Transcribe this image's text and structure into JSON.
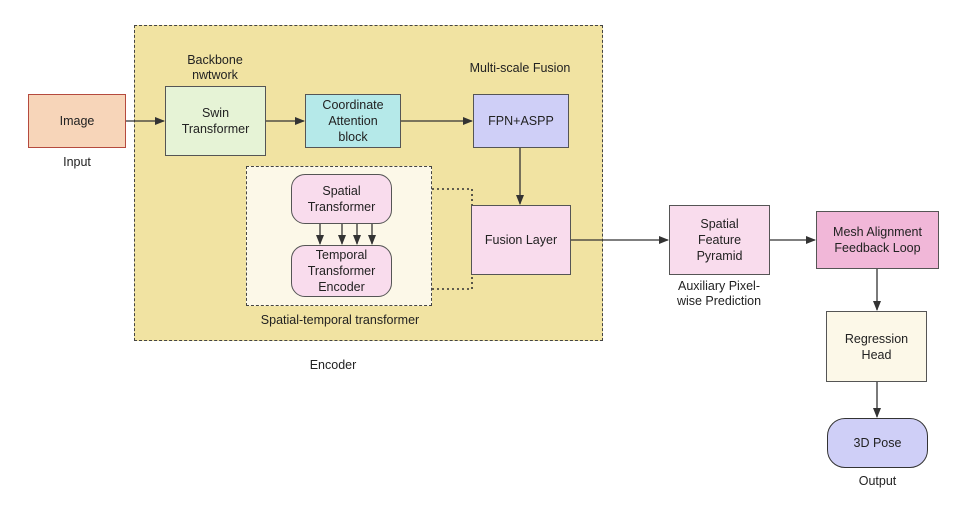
{
  "input": {
    "box_label": "Image",
    "caption": "Input"
  },
  "encoder": {
    "caption": "Encoder",
    "backbone_caption": "Backbone\nnwtwork",
    "swin": "Swin\nTransformer",
    "coordinate": "Coordinate\nAttention\nblock",
    "multiscale_caption": "Multi-scale Fusion",
    "fpn": "FPN+ASPP",
    "fusion": "Fusion Layer",
    "spatial_temporal": {
      "caption": "Spatial-temporal transformer",
      "spatial": "Spatial\nTransformer",
      "temporal": "Temporal\nTransformer\nEncoder"
    }
  },
  "pyramid": {
    "box_label": "Spatial\nFeature\nPyramid",
    "caption": "Auxiliary Pixel-\nwise Prediction"
  },
  "mesh": {
    "box_label": "Mesh Alignment\nFeedback Loop"
  },
  "regression": {
    "box_label": "Regression\nHead"
  },
  "output": {
    "box_label": "3D Pose",
    "caption": "Output"
  },
  "colors": {
    "image": "#f7d5b9",
    "swin": "#e6f3d6",
    "coordinate": "#b5e9e9",
    "fpn": "#cfcff7",
    "fusion": "#f9dced",
    "spatial": "#f9dced",
    "temporal": "#f9dced",
    "pyramid": "#f9dced",
    "mesh": "#f1b7d8",
    "regression": "#fcf8e8",
    "output": "#cfcff7"
  }
}
